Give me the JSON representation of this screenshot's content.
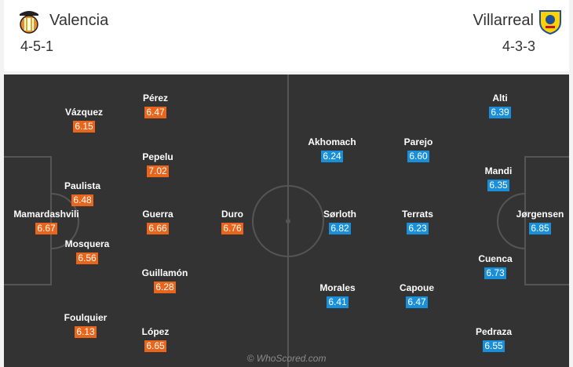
{
  "home": {
    "name": "Valencia",
    "formation": "4-5-1",
    "badge_icon": "valencia-bat-crest",
    "color": "#e8651b",
    "players": [
      {
        "name": "Mamardashvili",
        "rating": "6.67"
      },
      {
        "name": "Vázquez",
        "rating": "6.15"
      },
      {
        "name": "Paulista",
        "rating": "6.48"
      },
      {
        "name": "Mosquera",
        "rating": "6.56"
      },
      {
        "name": "Foulquier",
        "rating": "6.13"
      },
      {
        "name": "Pérez",
        "rating": "6.47"
      },
      {
        "name": "Pepelu",
        "rating": "7.02"
      },
      {
        "name": "Guerra",
        "rating": "6.66"
      },
      {
        "name": "Guillamón",
        "rating": "6.28"
      },
      {
        "name": "López",
        "rating": "6.65"
      },
      {
        "name": "Duro",
        "rating": "6.76"
      }
    ]
  },
  "away": {
    "name": "Villarreal",
    "formation": "4-3-3",
    "badge_icon": "villarreal-yellow-crest",
    "color": "#1a8fd9",
    "players": [
      {
        "name": "Jørgensen",
        "rating": "6.85"
      },
      {
        "name": "Alti",
        "rating": "6.39"
      },
      {
        "name": "Mandi",
        "rating": "6.35"
      },
      {
        "name": "Cuenca",
        "rating": "6.73"
      },
      {
        "name": "Pedraza",
        "rating": "6.55"
      },
      {
        "name": "Parejo",
        "rating": "6.60"
      },
      {
        "name": "Terrats",
        "rating": "6.23"
      },
      {
        "name": "Capoue",
        "rating": "6.47"
      },
      {
        "name": "Akhomach",
        "rating": "6.24"
      },
      {
        "name": "Sørloth",
        "rating": "6.82"
      },
      {
        "name": "Morales",
        "rating": "6.41"
      }
    ]
  },
  "pitch": {
    "background": "#333333",
    "line_color": "#555555"
  },
  "watermark": "© WhoScored.com"
}
